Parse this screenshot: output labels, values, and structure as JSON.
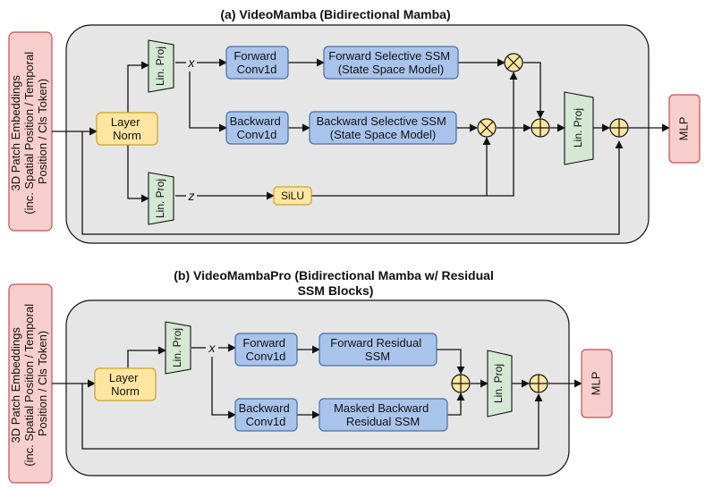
{
  "panel_a": {
    "title": "(a) VideoMamba (Bidirectional Mamba)",
    "input": [
      "3D Patch Embeddings",
      "(inc. Spatial Position / Temporal",
      "Position / Cls Token)"
    ],
    "layer_norm": [
      "Layer",
      "Norm"
    ],
    "lin_proj": "Lin. Proj",
    "var_x": "x",
    "var_z": "z",
    "fwd_conv": [
      "Forward",
      "Conv1d"
    ],
    "bwd_conv": [
      "Backward",
      "Conv1d"
    ],
    "fwd_ssm": [
      "Forward Selective SSM",
      "(State Space Model)"
    ],
    "bwd_ssm": [
      "Backward Selective SSM",
      "(State Space Model)"
    ],
    "silu": "SiLU",
    "mlp": "MLP"
  },
  "panel_b": {
    "title": [
      "(b) VideoMambaPro (Bidirectional Mamba w/ Residual",
      "SSM Blocks)"
    ],
    "input": [
      "3D Patch Embeddings",
      "(inc. Spatial Position / Temporal",
      "Position / Cls Token)"
    ],
    "layer_norm": [
      "Layer",
      "Norm"
    ],
    "lin_proj": "Lin. Proj",
    "var_x": "x",
    "fwd_conv": [
      "Forward",
      "Conv1d"
    ],
    "bwd_conv": [
      "Backward",
      "Conv1d"
    ],
    "fwd_ssm": [
      "Forward Residual",
      "SSM"
    ],
    "bwd_ssm": [
      "Masked Backward",
      "Residual SSM"
    ],
    "mlp": "MLP"
  },
  "colors": {
    "panel_bg": "#e6e6e6",
    "input_fill": "#f8cecc",
    "input_stroke": "#b85450",
    "norm_fill": "#ffe6a0",
    "norm_stroke": "#c9a227",
    "proj_fill": "#d5e8d4",
    "proj_stroke": "#82b366",
    "block_fill": "#a9c4eb",
    "block_stroke": "#4a6fa5",
    "op_fill": "#ffe6a0"
  }
}
